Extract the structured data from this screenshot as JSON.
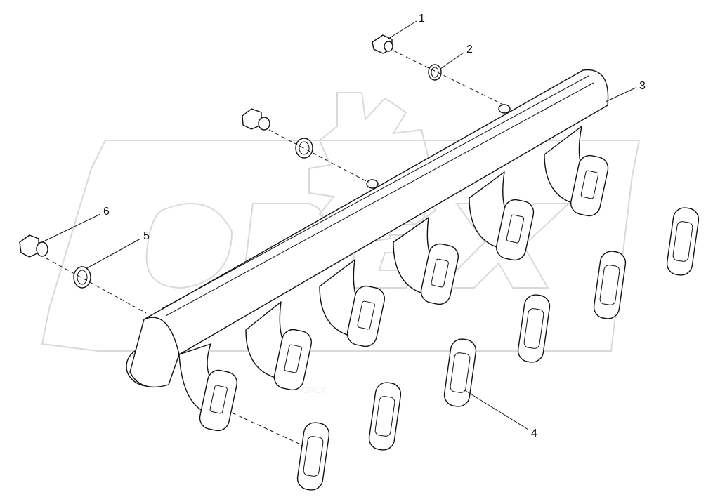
{
  "diagram": {
    "callouts": [
      {
        "id": "callout-1",
        "label": "1"
      },
      {
        "id": "callout-2",
        "label": "2"
      },
      {
        "id": "callout-3",
        "label": "3"
      },
      {
        "id": "callout-4",
        "label": "4"
      },
      {
        "id": "callout-5",
        "label": "5"
      },
      {
        "id": "callout-6",
        "label": "6"
      }
    ],
    "watermark": "OPEX",
    "corner_mark": "⌐·"
  }
}
